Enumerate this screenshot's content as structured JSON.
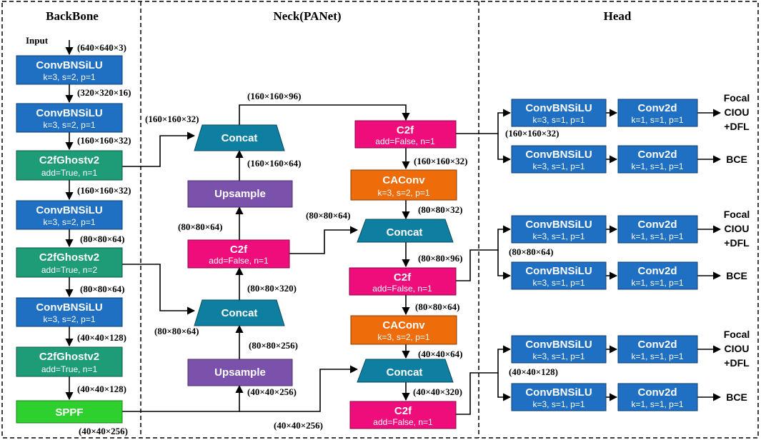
{
  "sections": {
    "backbone": "BackBone",
    "neck": "Neck(PANet)",
    "head": "Head"
  },
  "input_label": "Input",
  "colors": {
    "conv": "#1f6fc2",
    "c2fghost": "#1e9b77",
    "sppf": "#2ed02e",
    "c2f": "#ee0d7a",
    "concat": "#0f7fa1",
    "upsample": "#7b52ab",
    "caconv": "#ef6c0a"
  },
  "backbone": {
    "conv1": {
      "title": "ConvBNSiLU",
      "sub": "k=3, s=2, p=1"
    },
    "conv2": {
      "title": "ConvBNSiLU",
      "sub": "k=3, s=2, p=1"
    },
    "ghost1": {
      "title": "C2fGhostv2",
      "sub": "add=True, n=1"
    },
    "conv3": {
      "title": "ConvBNSiLU",
      "sub": "k=3, s=2, p=1"
    },
    "ghost2": {
      "title": "C2fGhostv2",
      "sub": "add=True, n=2"
    },
    "conv4": {
      "title": "ConvBNSiLU",
      "sub": "k=3, s=2, p=1"
    },
    "ghost3": {
      "title": "C2fGhostv2",
      "sub": "add=True, n=1"
    },
    "sppf": {
      "title": "SPPF"
    }
  },
  "neck": {
    "concat1": "Concat",
    "upsample1": "Upsample",
    "c2f_left": {
      "title": "C2f",
      "sub": "add=False, n=1"
    },
    "concat2": "Concat",
    "upsample2": "Upsample",
    "c2f_p3": {
      "title": "C2f",
      "sub": "add=False, n=1"
    },
    "caconv1": {
      "title": "CAConv",
      "sub": "k=3, s=2, p=1"
    },
    "concat3": "Concat",
    "c2f_p4": {
      "title": "C2f",
      "sub": "add=False, n=1"
    },
    "caconv2": {
      "title": "CAConv",
      "sub": "k=3, s=2, p=1"
    },
    "concat4": "Concat",
    "c2f_p5": {
      "title": "C2f",
      "sub": "add=False, n=1"
    }
  },
  "head": {
    "branches": [
      {
        "cls_conv": {
          "title": "ConvBNSiLU",
          "sub": "k=3, s=1, p=1"
        },
        "cls_conv2d": {
          "title": "Conv2d",
          "sub": "k=1, s=1, p=1"
        },
        "box_conv": {
          "title": "ConvBNSiLU",
          "sub": "k=3, s=1, p=1"
        },
        "box_conv2d": {
          "title": "Conv2d",
          "sub": "k=1, s=1, p=1"
        },
        "loss_top": [
          "Focal",
          "CIOU",
          "+DFL"
        ],
        "loss_bottom": "BCE"
      },
      {
        "cls_conv": {
          "title": "ConvBNSiLU",
          "sub": "k=3, s=1, p=1"
        },
        "cls_conv2d": {
          "title": "Conv2d",
          "sub": "k=1, s=1, p=1"
        },
        "box_conv": {
          "title": "ConvBNSiLU",
          "sub": "k=3, s=1, p=1"
        },
        "box_conv2d": {
          "title": "Conv2d",
          "sub": "k=1, s=1, p=1"
        },
        "loss_top": [
          "Focal",
          "CIOU",
          "+DFL"
        ],
        "loss_bottom": "BCE"
      },
      {
        "cls_conv": {
          "title": "ConvBNSiLU",
          "sub": "k=3, s=1, p=1"
        },
        "cls_conv2d": {
          "title": "Conv2d",
          "sub": "k=1, s=1, p=1"
        },
        "box_conv": {
          "title": "ConvBNSiLU",
          "sub": "k=3, s=1, p=1"
        },
        "box_conv2d": {
          "title": "Conv2d",
          "sub": "k=1, s=1, p=1"
        },
        "loss_top": [
          "Focal",
          "CIOU",
          "+DFL"
        ],
        "loss_bottom": "BCE"
      }
    ]
  },
  "dims": {
    "bb_in": "(640×640×3)",
    "bb_1": "(320×320×16)",
    "bb_2": "(160×160×32)",
    "bb_3": "(160×160×32)",
    "bb_4": "(80×80×64)",
    "bb_5": "(80×80×64)",
    "bb_6": "(40×40×128)",
    "bb_7": "(40×40×128)",
    "bb_8": "(40×40×256)",
    "n_skip_p3": "(160×160×32)",
    "n_up1_out": "(160×160×64)",
    "n_top": "(160×160×96)",
    "n_c2fleft_in": "(80×80×64)",
    "n_c2fleft_out": "(80×80×64)",
    "n_concat2_out": "(80×80×320)",
    "n_skip_p4": "(80×80×64)",
    "n_up2_out": "(80×80×256)",
    "n_sppf_up": "(40×40×256)",
    "n_sppf_bottom": "(40×40×256)",
    "n_p3_out": "(160×160×32)",
    "n_ca1_out": "(80×80×32)",
    "n_concat3_out": "(80×80×96)",
    "n_p4_out": "(80×80×64)",
    "n_ca2_out": "(40×40×64)",
    "n_concat4_out": "(40×40×320)",
    "h_p3": "(160×160×32)",
    "h_p4": "(80×80×64)",
    "h_p5": "(40×40×128)"
  }
}
